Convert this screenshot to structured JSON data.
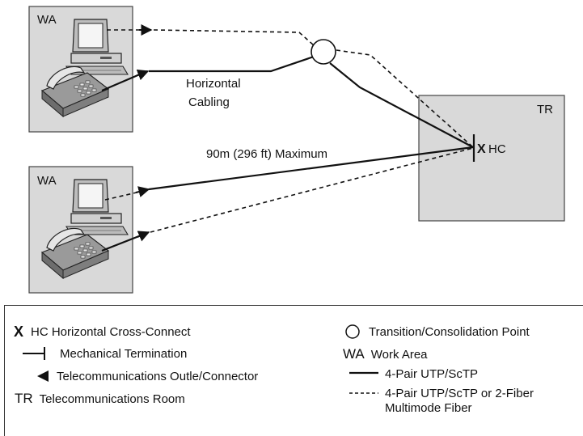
{
  "areas": {
    "work_area_top": "WA",
    "work_area_bottom": "WA",
    "telecom_room": "TR",
    "hc": "HC",
    "cross_connect_symbol": "X"
  },
  "cable_labels": {
    "horizontal_line1": "Horizontal",
    "horizontal_line2": "Cabling",
    "distance": "90m (296 ft) Maximum"
  },
  "legend": {
    "hc": {
      "symbol": "X",
      "text": "HC Horizontal Cross-Connect"
    },
    "mechanical": {
      "text": "Mechanical Termination"
    },
    "outlet": {
      "text": "Telecommunications Outle/Connector"
    },
    "tr": {
      "symbol": "TR",
      "text": "Telecommunications Room"
    },
    "transition": {
      "text": "Transition/Consolidation Point"
    },
    "wa": {
      "symbol": "WA",
      "text": "Work Area"
    },
    "utp": {
      "text": "4-Pair UTP/ScTP"
    },
    "fiber": {
      "line1": "4-Pair UTP/ScTP or 2-Fiber",
      "line2": "Multimode Fiber"
    }
  },
  "icons": [
    "computer-icon",
    "telephone-icon",
    "consolidation-point-icon",
    "termination-icon",
    "outlet-arrow-icon"
  ]
}
